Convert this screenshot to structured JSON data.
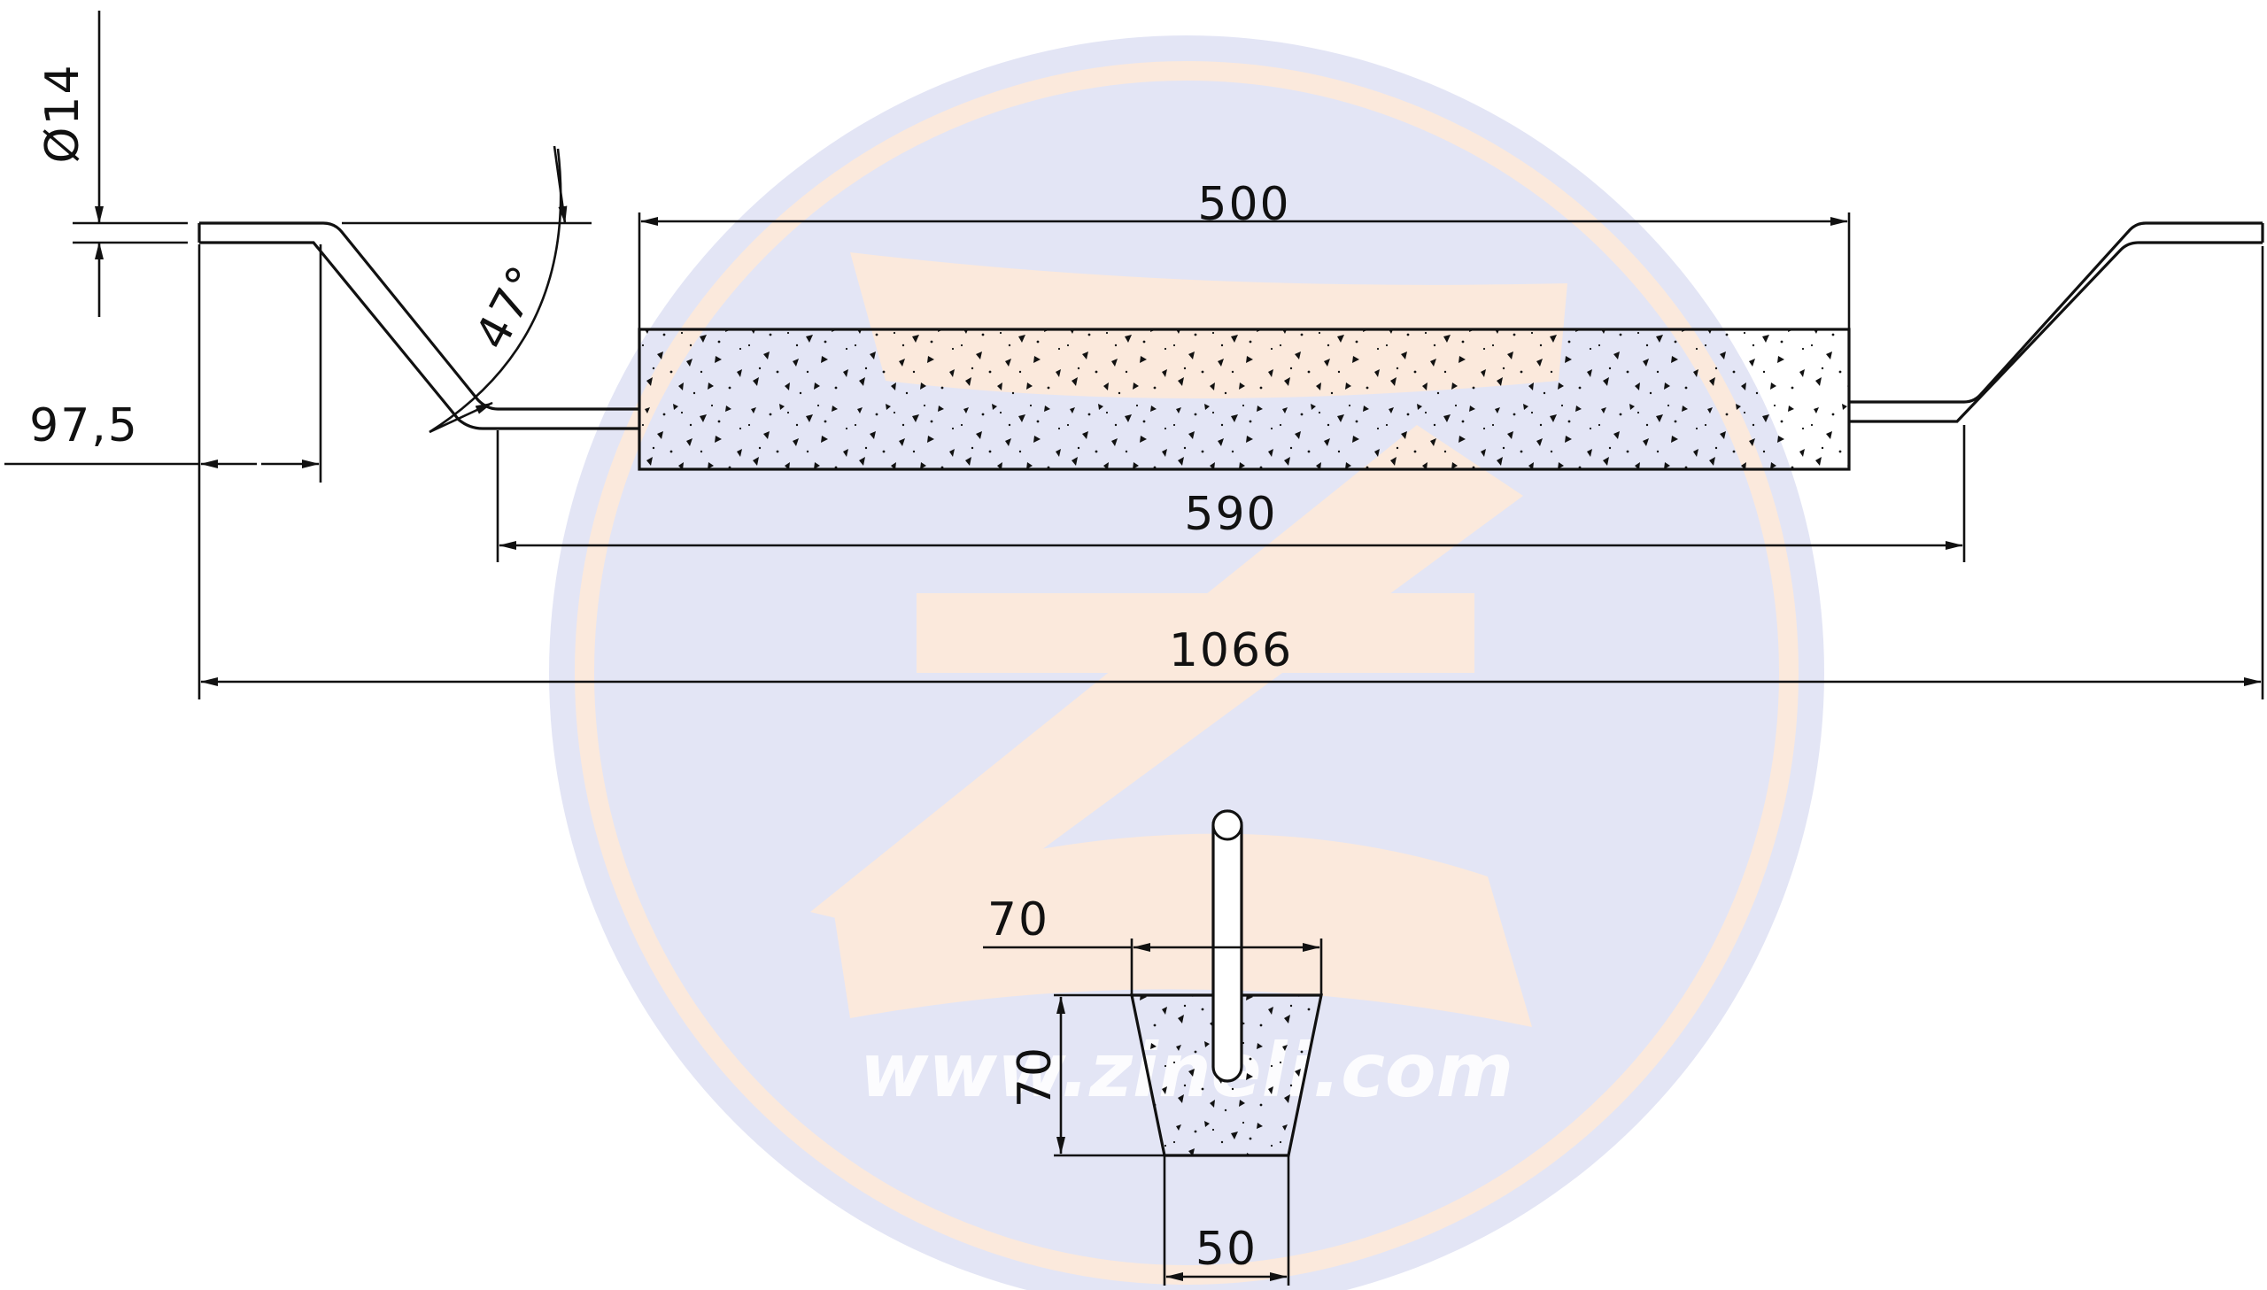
{
  "drawing": {
    "dimensions": {
      "rod_diameter": "Ø14",
      "rod_offset": "97,5",
      "bend_angle": "47°",
      "stone_length": "500",
      "inner_length": "590",
      "overall_length": "1066",
      "section_top_width": "70",
      "section_height": "70",
      "section_bottom_width": "50"
    }
  },
  "watermark": {
    "url_text": "www.zineli.com"
  },
  "colors": {
    "watermark_blue": "#e3e5f5",
    "watermark_peach": "#fbe9dc",
    "speckle": "#111111",
    "line": "#111111"
  }
}
